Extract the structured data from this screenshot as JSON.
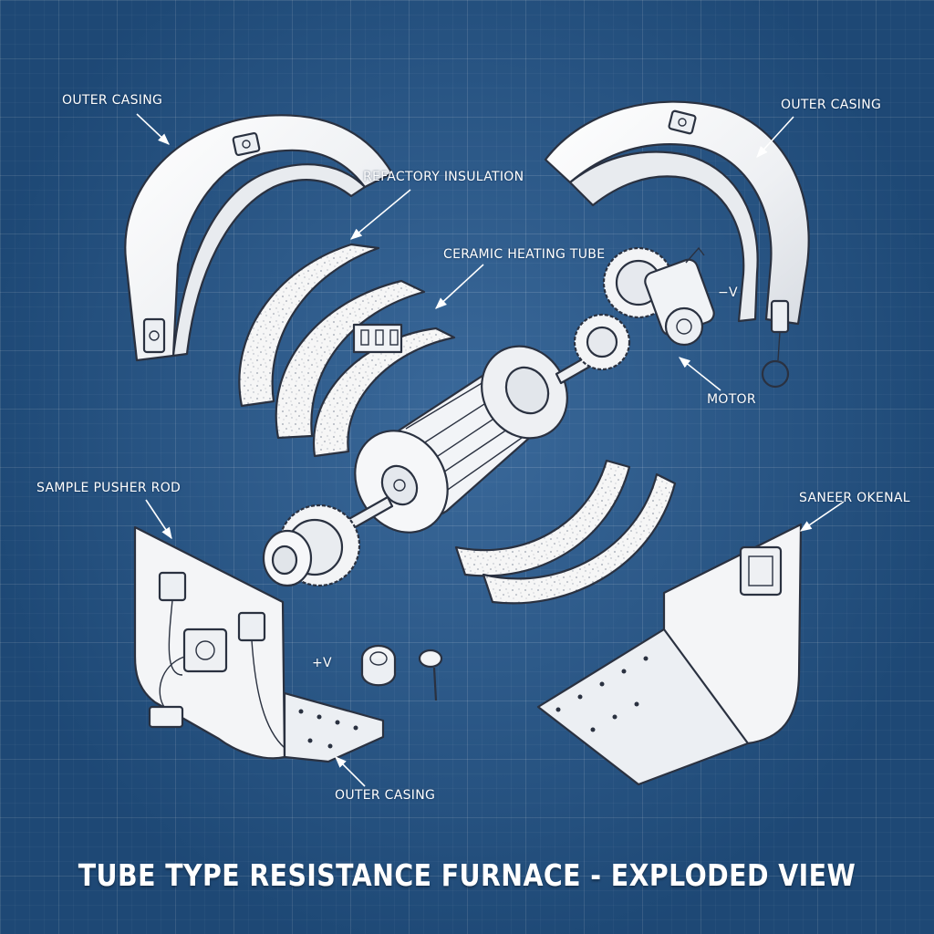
{
  "title": "TUBE TYPE RESISTANCE FURNACE - EXPLODED VIEW",
  "labels": {
    "outer_casing_top_left": "OUTER CASING",
    "outer_casing_top_right": "OUTER CASING",
    "refractory_insulation": "REFACTORY INSULATION",
    "ceramic_heating_tube": "CERAMIC HEATING TUBE",
    "minus_v": "−V",
    "motor": "MOTOR",
    "sample_pusher_rod": "SAMPLE PUSHER ROD",
    "saneer_okenal": "SANEER OKENAL",
    "plus_v": "+V",
    "outer_casing_bottom": "OUTER CASING"
  },
  "colors": {
    "background": "#24588f",
    "line": "#ffffff",
    "part_fill": "#f4f5f7",
    "part_stroke": "#2a3140"
  }
}
